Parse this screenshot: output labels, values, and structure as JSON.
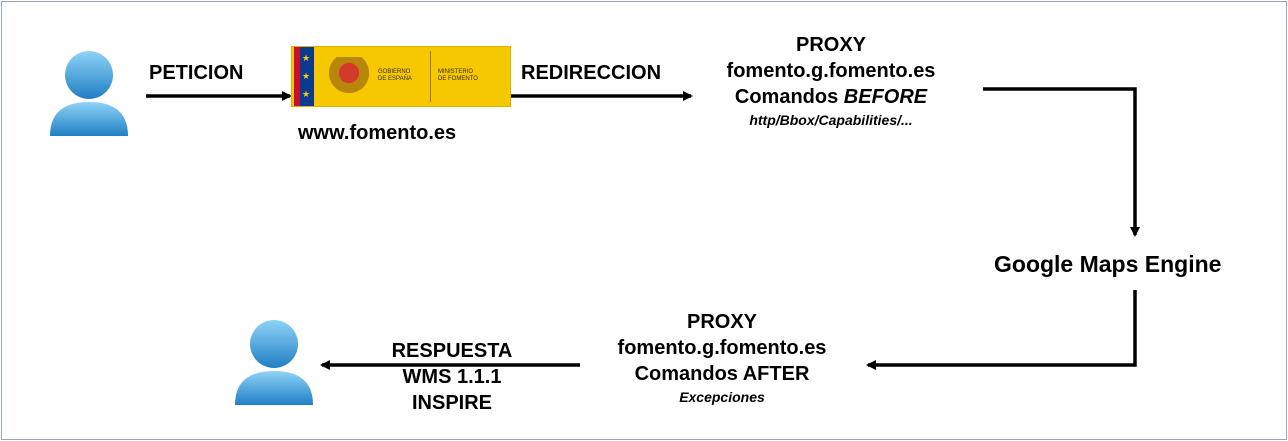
{
  "nodes": {
    "peticion": "PETICION",
    "redireccion": "REDIRECCION",
    "fomento_site": "www.fomento.es",
    "proxy_before": {
      "title": "PROXY",
      "host": "fomento.g.fomento.es",
      "commands_prefix": "Comandos",
      "commands_mode": "BEFORE",
      "detail": "http/Bbox/Capabilities/..."
    },
    "engine": "Google Maps Engine",
    "proxy_after": {
      "title": "PROXY",
      "host": "fomento.g.fomento.es",
      "commands": "Comandos AFTER",
      "detail": "Excepciones"
    },
    "respuesta": {
      "title": "RESPUESTA",
      "line2": "WMS 1.1.1",
      "line3": "INSPIRE"
    }
  },
  "logo": {
    "left_line1": "GOBIERNO",
    "left_line2": "DE ESPAÑA",
    "right_line1": "MINISTERIO",
    "right_line2": "DE FOMENTO"
  },
  "colors": {
    "user_icon_light": "#5fb8ec",
    "user_icon_dark": "#1f7fc4",
    "arrow": "#000000",
    "logo_yellow": "#f6c800"
  }
}
